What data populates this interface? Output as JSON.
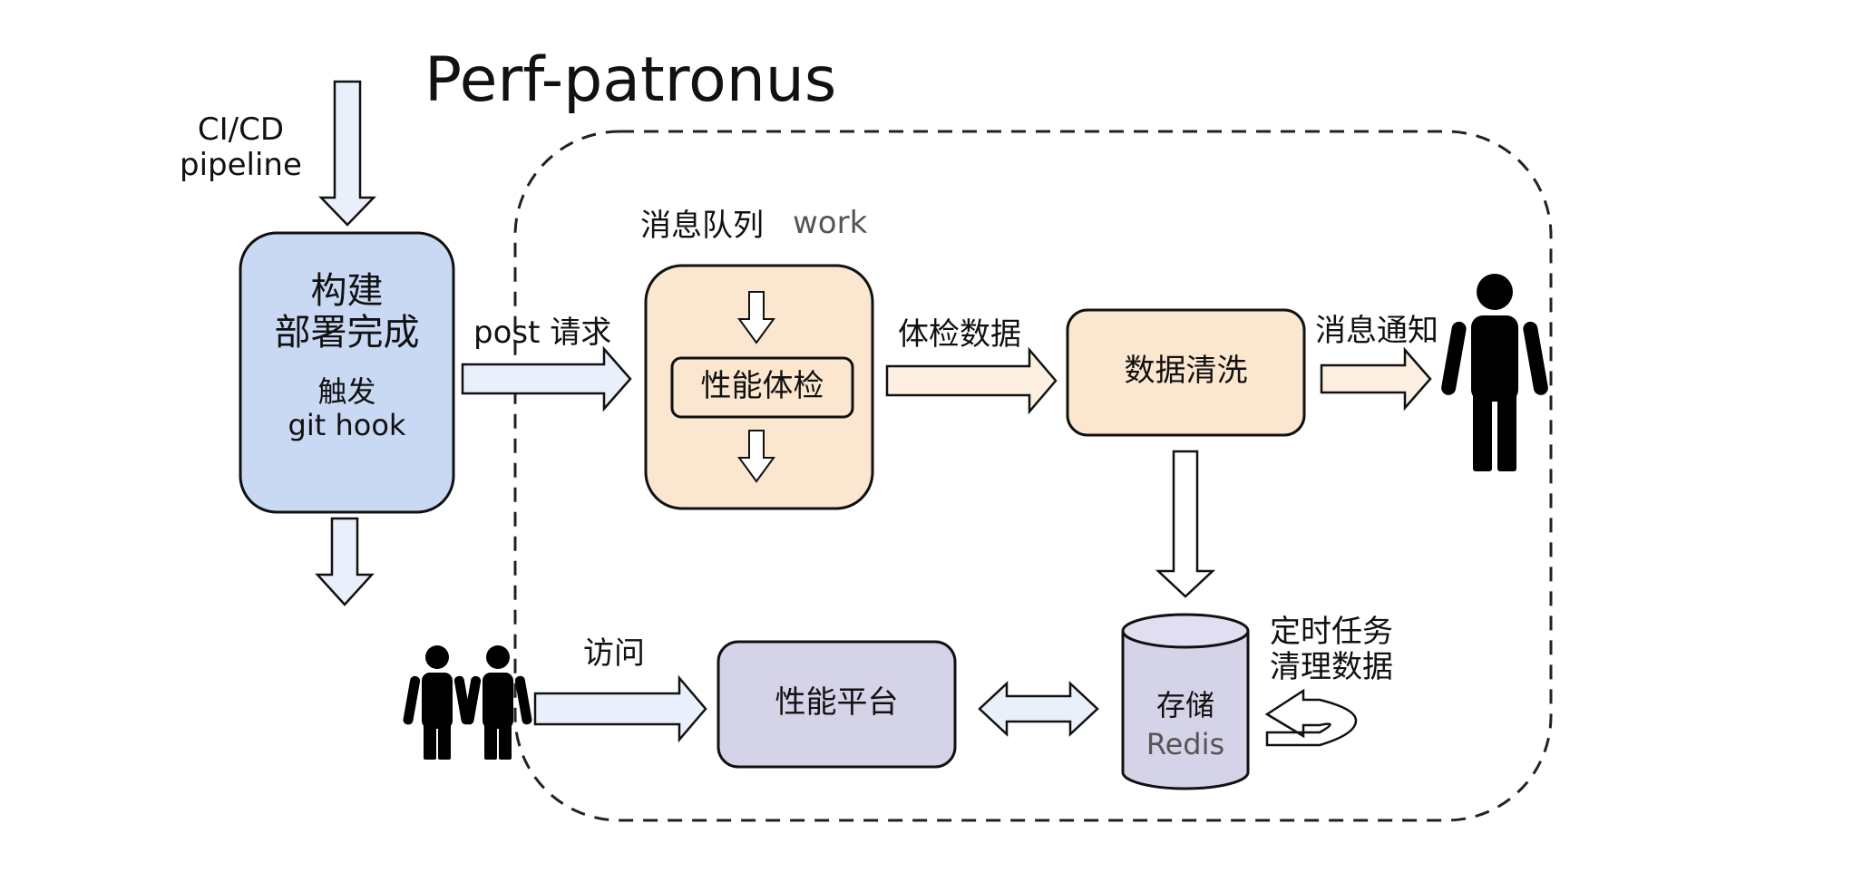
{
  "title": "Perf-patronus",
  "ci_label": [
    "CI/CD",
    "pipeline"
  ],
  "build_box": {
    "line1": "构建",
    "line2": "部署完成",
    "line3": "触发",
    "line4": "git hook"
  },
  "post_label": "post 请求",
  "queue_label": "消息队列",
  "work_label": "work",
  "check_label": "性能体检",
  "health_data_label": "体检数据",
  "clean_label": "数据清洗",
  "notify_label": "消息通知",
  "visit_label": "访问",
  "platform_label": "性能平台",
  "storage_label": "存储",
  "redis_label": "Redis",
  "cron_label": [
    "定时任务",
    "清理数据"
  ],
  "colors": {
    "build_fill": "#c9d9f4",
    "queue_fill": "#fbe6cf",
    "platform_fill": "#d5d3e8",
    "arrow_fill": "#eaf0fb",
    "arrow_warm_fill": "#fdf0e2",
    "stroke": "#111111"
  },
  "icons": [
    "person-icon",
    "two-people-icon",
    "cylinder-icon"
  ]
}
